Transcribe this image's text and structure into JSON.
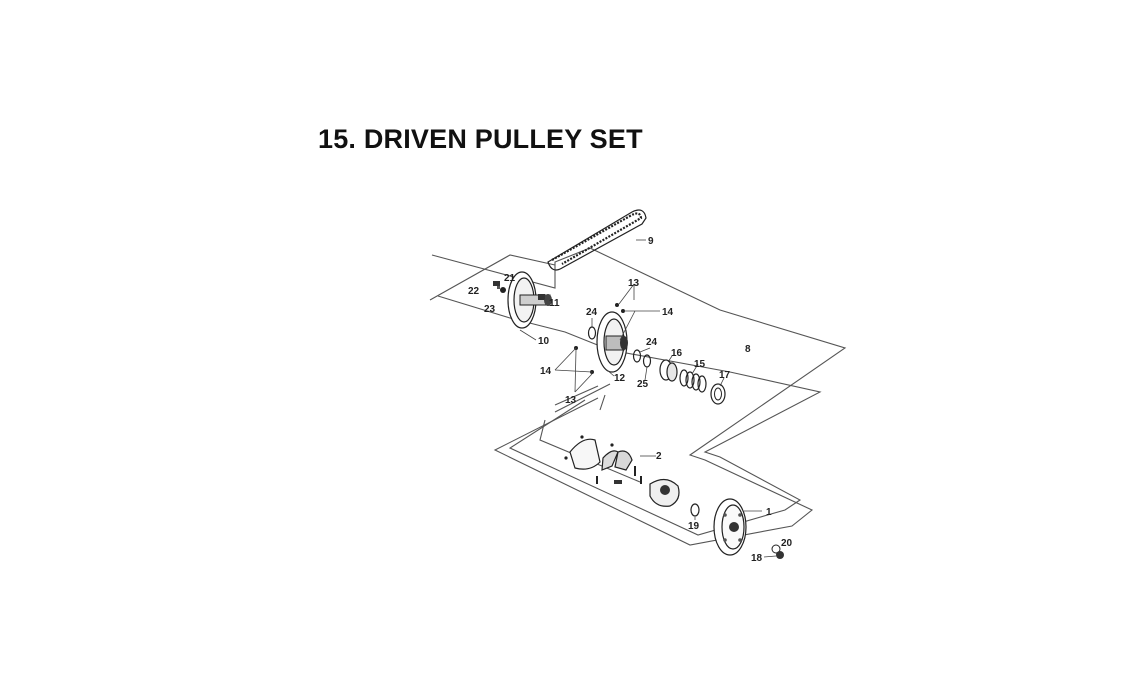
{
  "title": "15. DRIVEN PULLEY SET",
  "callouts": {
    "n1": "1",
    "n2": "2",
    "n8": "8",
    "n9": "9",
    "n10": "10",
    "n11": "11",
    "n12": "12",
    "n13a": "13",
    "n13b": "13",
    "n14a": "14",
    "n14b": "14",
    "n15": "15",
    "n16": "16",
    "n17": "17",
    "n18": "18",
    "n19": "19",
    "n20": "20",
    "n21": "21",
    "n22": "22",
    "n23": "23",
    "n24a": "24",
    "n24b": "24",
    "n25": "25"
  }
}
